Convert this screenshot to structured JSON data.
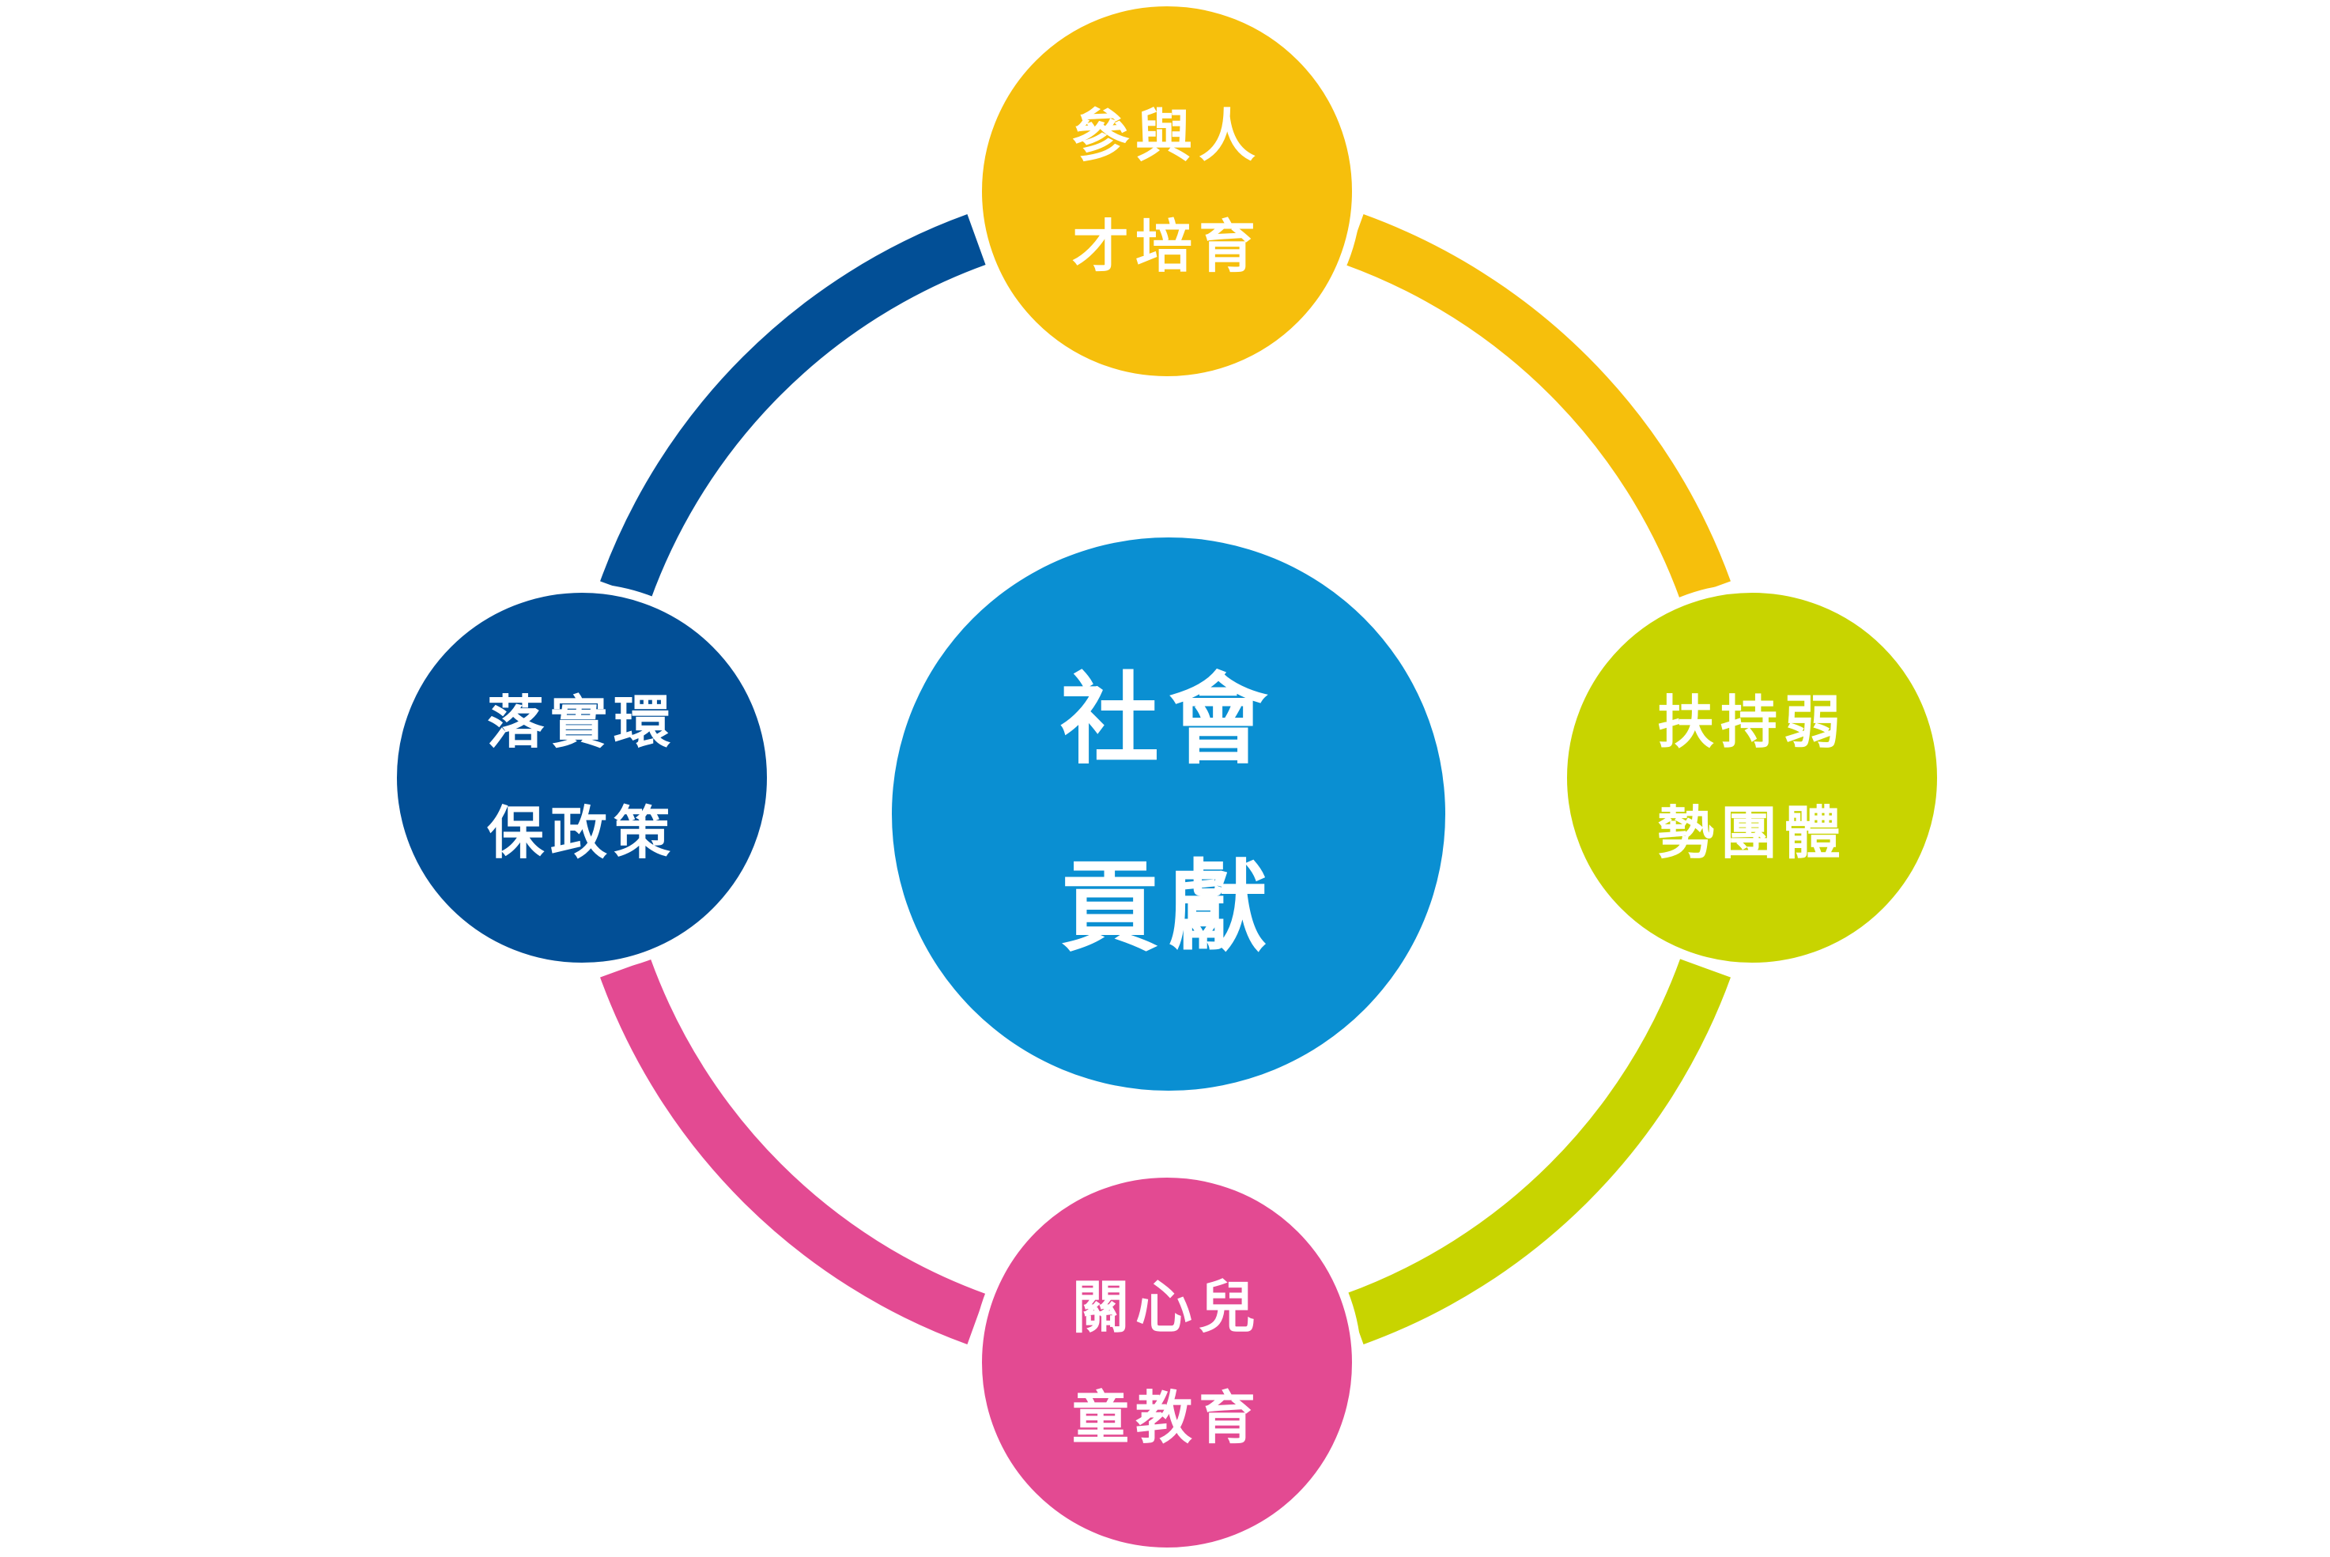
{
  "colors": {
    "center": "#0a8fd2",
    "talent": "#f6bf0c",
    "disadvantaged": "#c8d400",
    "children": "#e34a92",
    "environment": "#024f96",
    "background": "#ffffff"
  },
  "center": {
    "line1": "社會",
    "line2": "貢獻"
  },
  "nodes": {
    "talent": {
      "line1": "參與人",
      "line2": "才培育"
    },
    "disadvantaged": {
      "line1": "扶持弱",
      "line2": "勢團體"
    },
    "children": {
      "line1": "關心兒",
      "line2": "童教育"
    },
    "environment": {
      "line1": "落實環",
      "line2": "保政策"
    }
  }
}
